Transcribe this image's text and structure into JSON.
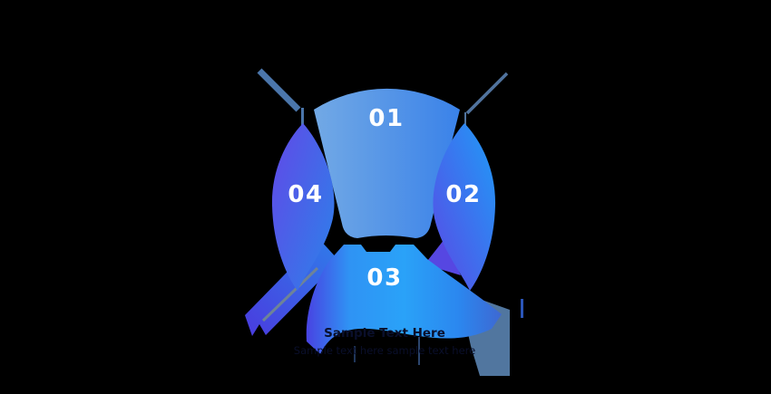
{
  "diagram": {
    "type": "circular-segmented-infographic",
    "background_color": "#000000",
    "number_color": "#FFFFFF",
    "segments": [
      {
        "label": "01",
        "position": "top",
        "gradient": [
          "#72A9E5",
          "#3A82E9"
        ]
      },
      {
        "label": "02",
        "position": "right",
        "gradient": [
          "#1F9BF7",
          "#5A49E5"
        ]
      },
      {
        "label": "03",
        "position": "bottom",
        "gradient": [
          "#4843E2",
          "#2AA2F8",
          "#2B87EF",
          "#3E68D2"
        ]
      },
      {
        "label": "04",
        "position": "left",
        "gradient": [
          "#5F4BE8",
          "#2E7FE9"
        ]
      }
    ],
    "leader_lines": {
      "top_left_color": "#4B76AB",
      "top_right_color": "#50739E",
      "connector_color": "#3A5E92"
    },
    "folds": {
      "steel_back_color": "#51769F",
      "fold_shadow_color": "#6E8398",
      "left_wing_gradient": [
        "#4A3BDF",
        "#2F7DEA"
      ],
      "right_wing_peek_color": "#5647E2",
      "right_tip_color": "#2B55B8"
    },
    "caption": {
      "line1": "Sample Text Here",
      "line2": "Sample text here sample text here",
      "color": "#0A0F2B"
    }
  }
}
